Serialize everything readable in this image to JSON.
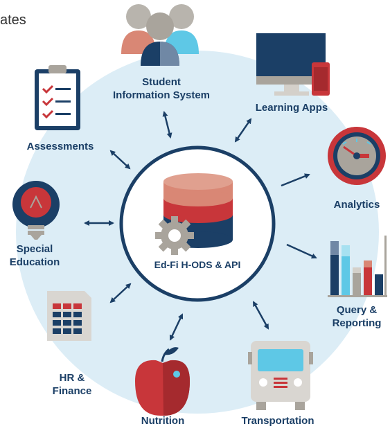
{
  "corner_text": "ates",
  "center": {
    "label": "Ed-Fi H-ODS & API"
  },
  "nodes": {
    "sis": {
      "line1": "Student",
      "line2": "Information System"
    },
    "learning_apps": {
      "label": "Learning Apps"
    },
    "assessments": {
      "label": "Assessments"
    },
    "analytics": {
      "label": "Analytics"
    },
    "special_ed": {
      "line1": "Special",
      "line2": "Education"
    },
    "query": {
      "line1": "Query &",
      "line2": "Reporting"
    },
    "hr": {
      "line1": "HR &",
      "line2": "Finance"
    },
    "nutrition": {
      "label": "Nutrition"
    },
    "transportation": {
      "label": "Transportation"
    }
  },
  "colors": {
    "navy": "#1b3f66",
    "red": "#c8363a",
    "light_blue": "#dcedf6",
    "sky": "#5ec8e6",
    "grey": "#a9a49c",
    "salmon": "#d98775"
  }
}
